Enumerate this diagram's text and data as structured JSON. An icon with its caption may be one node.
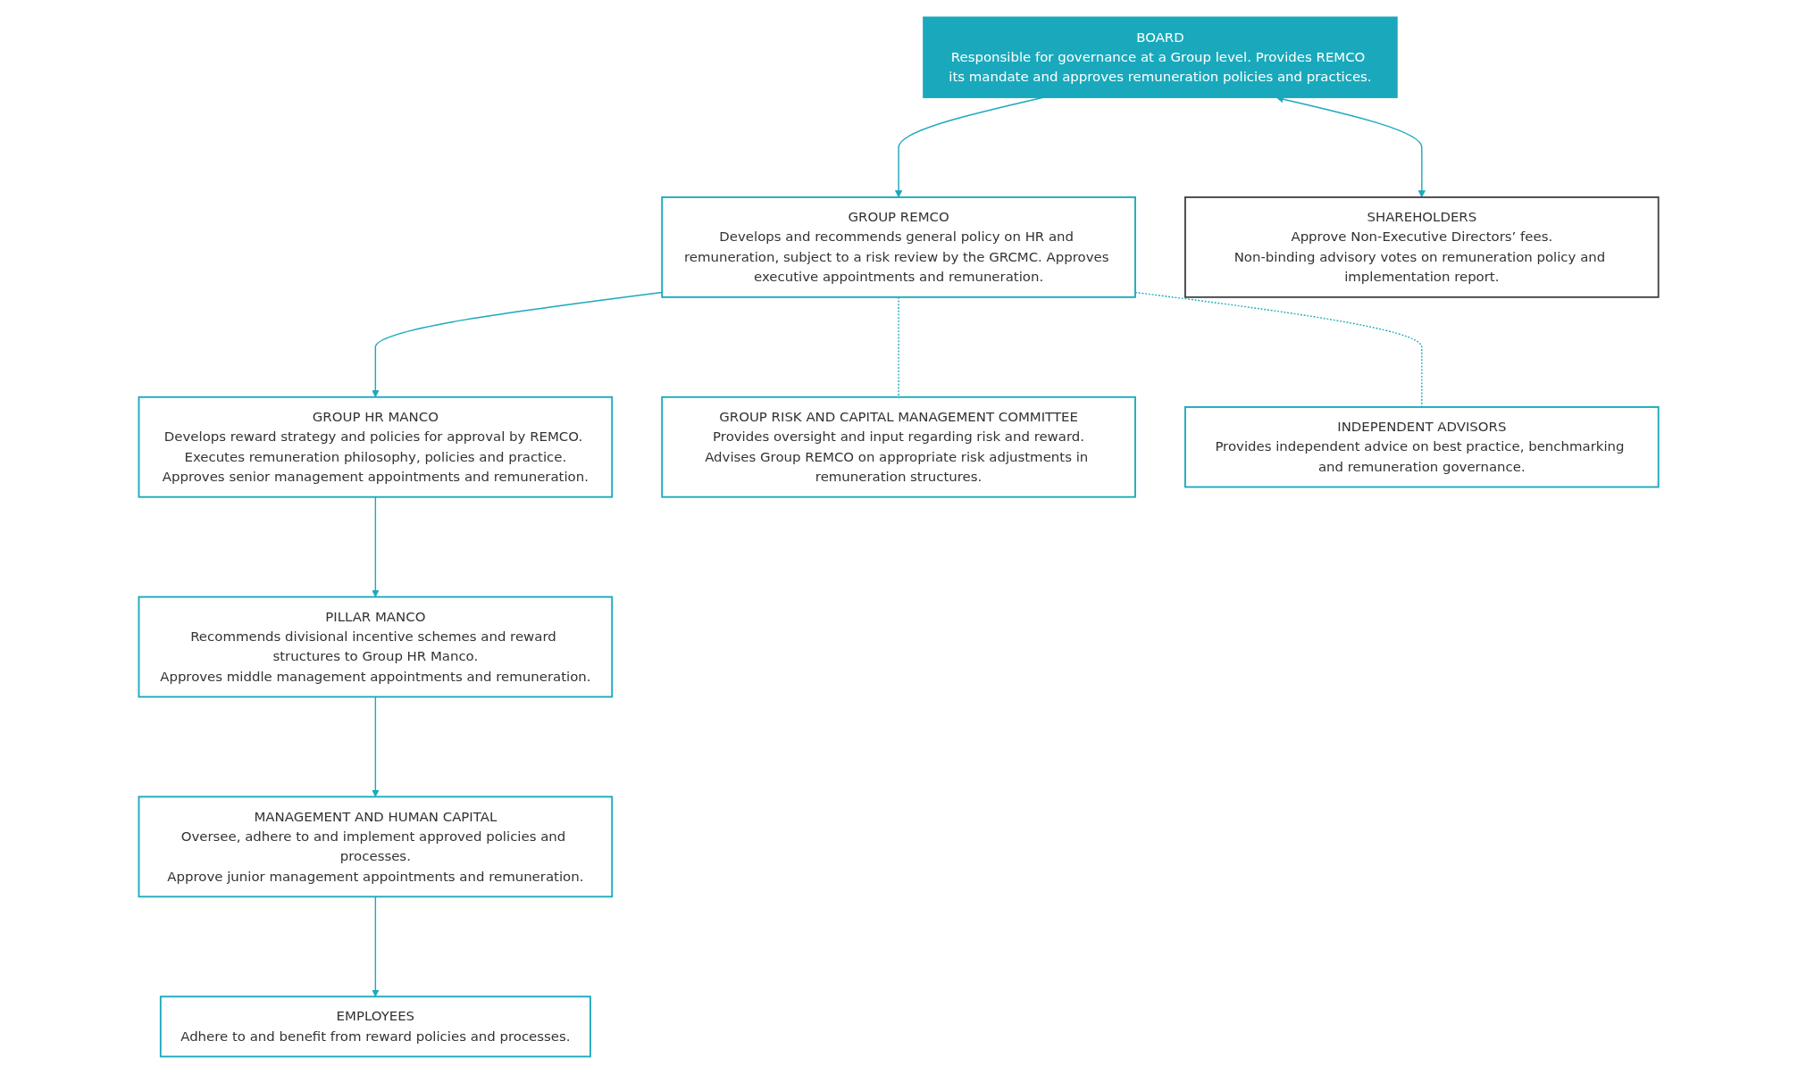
{
  "diagram": {
    "nodes": [
      {
        "text": [
          "BOARD",
          "Responsible for governance at a Group level. Provides REMCO its mandate and approves remuneration policies and practices."
        ]
      },
      {
        "text": [
          "GROUP REMCO",
          "Develops and recommends general policy on HR and remuneration, subject to a risk review by the GRCMC. Approves executive appointments and remuneration."
        ]
      },
      {
        "text": [
          "GROUP HR MANCO",
          "Develops reward strategy and policies for approval by REMCO. Executes remuneration philosophy, policies and practice.",
          "Approves senior management appointments and remuneration."
        ]
      },
      {
        "text": [
          "PILLAR MANCO",
          "Recommends divisional incentive schemes and reward structures to Group HR Manco.",
          "Approves middle management appointments and remuneration."
        ]
      },
      {
        "text": [
          "MANAGEMENT AND HUMAN CAPITAL",
          "Oversee, adhere to and implement approved policies and processes.",
          "Approve junior management appointments and remuneration."
        ]
      },
      {
        "text": [
          "EMPLOYEES",
          "Adhere to and benefit from reward policies and processes."
        ]
      },
      {
        "text": [
          "SHAREHOLDERS",
          "Approve Non-Executive Directors’ fees.",
          "Non-binding advisory votes on remuneration policy and implementation report."
        ]
      },
      {
        "text": [
          "GROUP RISK AND CAPITAL MANAGEMENT COMMITTEE",
          "Provides oversight and input regarding risk and reward.",
          "Advises Group REMCO on appropriate risk adjustments in remuneration structures."
        ]
      },
      {
        "text": [
          "INDEPENDENT ADVISORS",
          "Provides independent advice on best practice, benchmarking and remuneration governance."
        ]
      }
    ],
    "edges": [
      {
        "from": 0,
        "to": 1,
        "arrow": "to"
      },
      {
        "from": 1,
        "to": 2,
        "arrow": "to"
      },
      {
        "from": 2,
        "to": 3,
        "arrow": "to"
      },
      {
        "from": 3,
        "to": 4,
        "arrow": "to"
      },
      {
        "from": 4,
        "to": 5,
        "arrow": "to"
      },
      {
        "from": 0,
        "to": 6,
        "arrow": "both"
      },
      {
        "from": 1,
        "to": 7,
        "arrow": "none",
        "style": "dashed"
      },
      {
        "from": 1,
        "to": 8,
        "arrow": "none",
        "style": "dashed"
      }
    ]
  }
}
